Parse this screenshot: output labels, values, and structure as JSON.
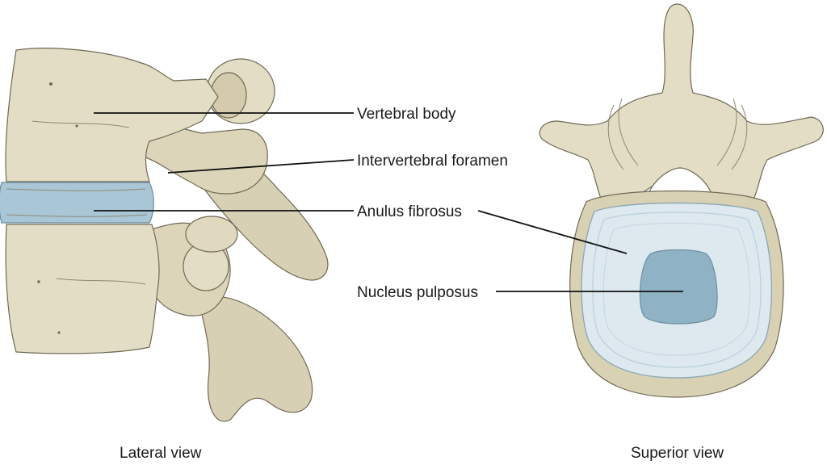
{
  "labels": {
    "vertebral_body": "Vertebral body",
    "intervertebral_foramen": "Intervertebral foramen",
    "anulus_fibrosus": "Anulus fibrosus",
    "nucleus_pulposus": "Nucleus pulposus"
  },
  "captions": {
    "lateral": "Lateral view",
    "superior": "Superior view"
  },
  "colors": {
    "bone": "#e4ddc5",
    "bone_shadow": "#cfc6a6",
    "disc": "#a9c6d6",
    "anulus": "#dde9ef",
    "nucleus": "#8fb3c5"
  }
}
